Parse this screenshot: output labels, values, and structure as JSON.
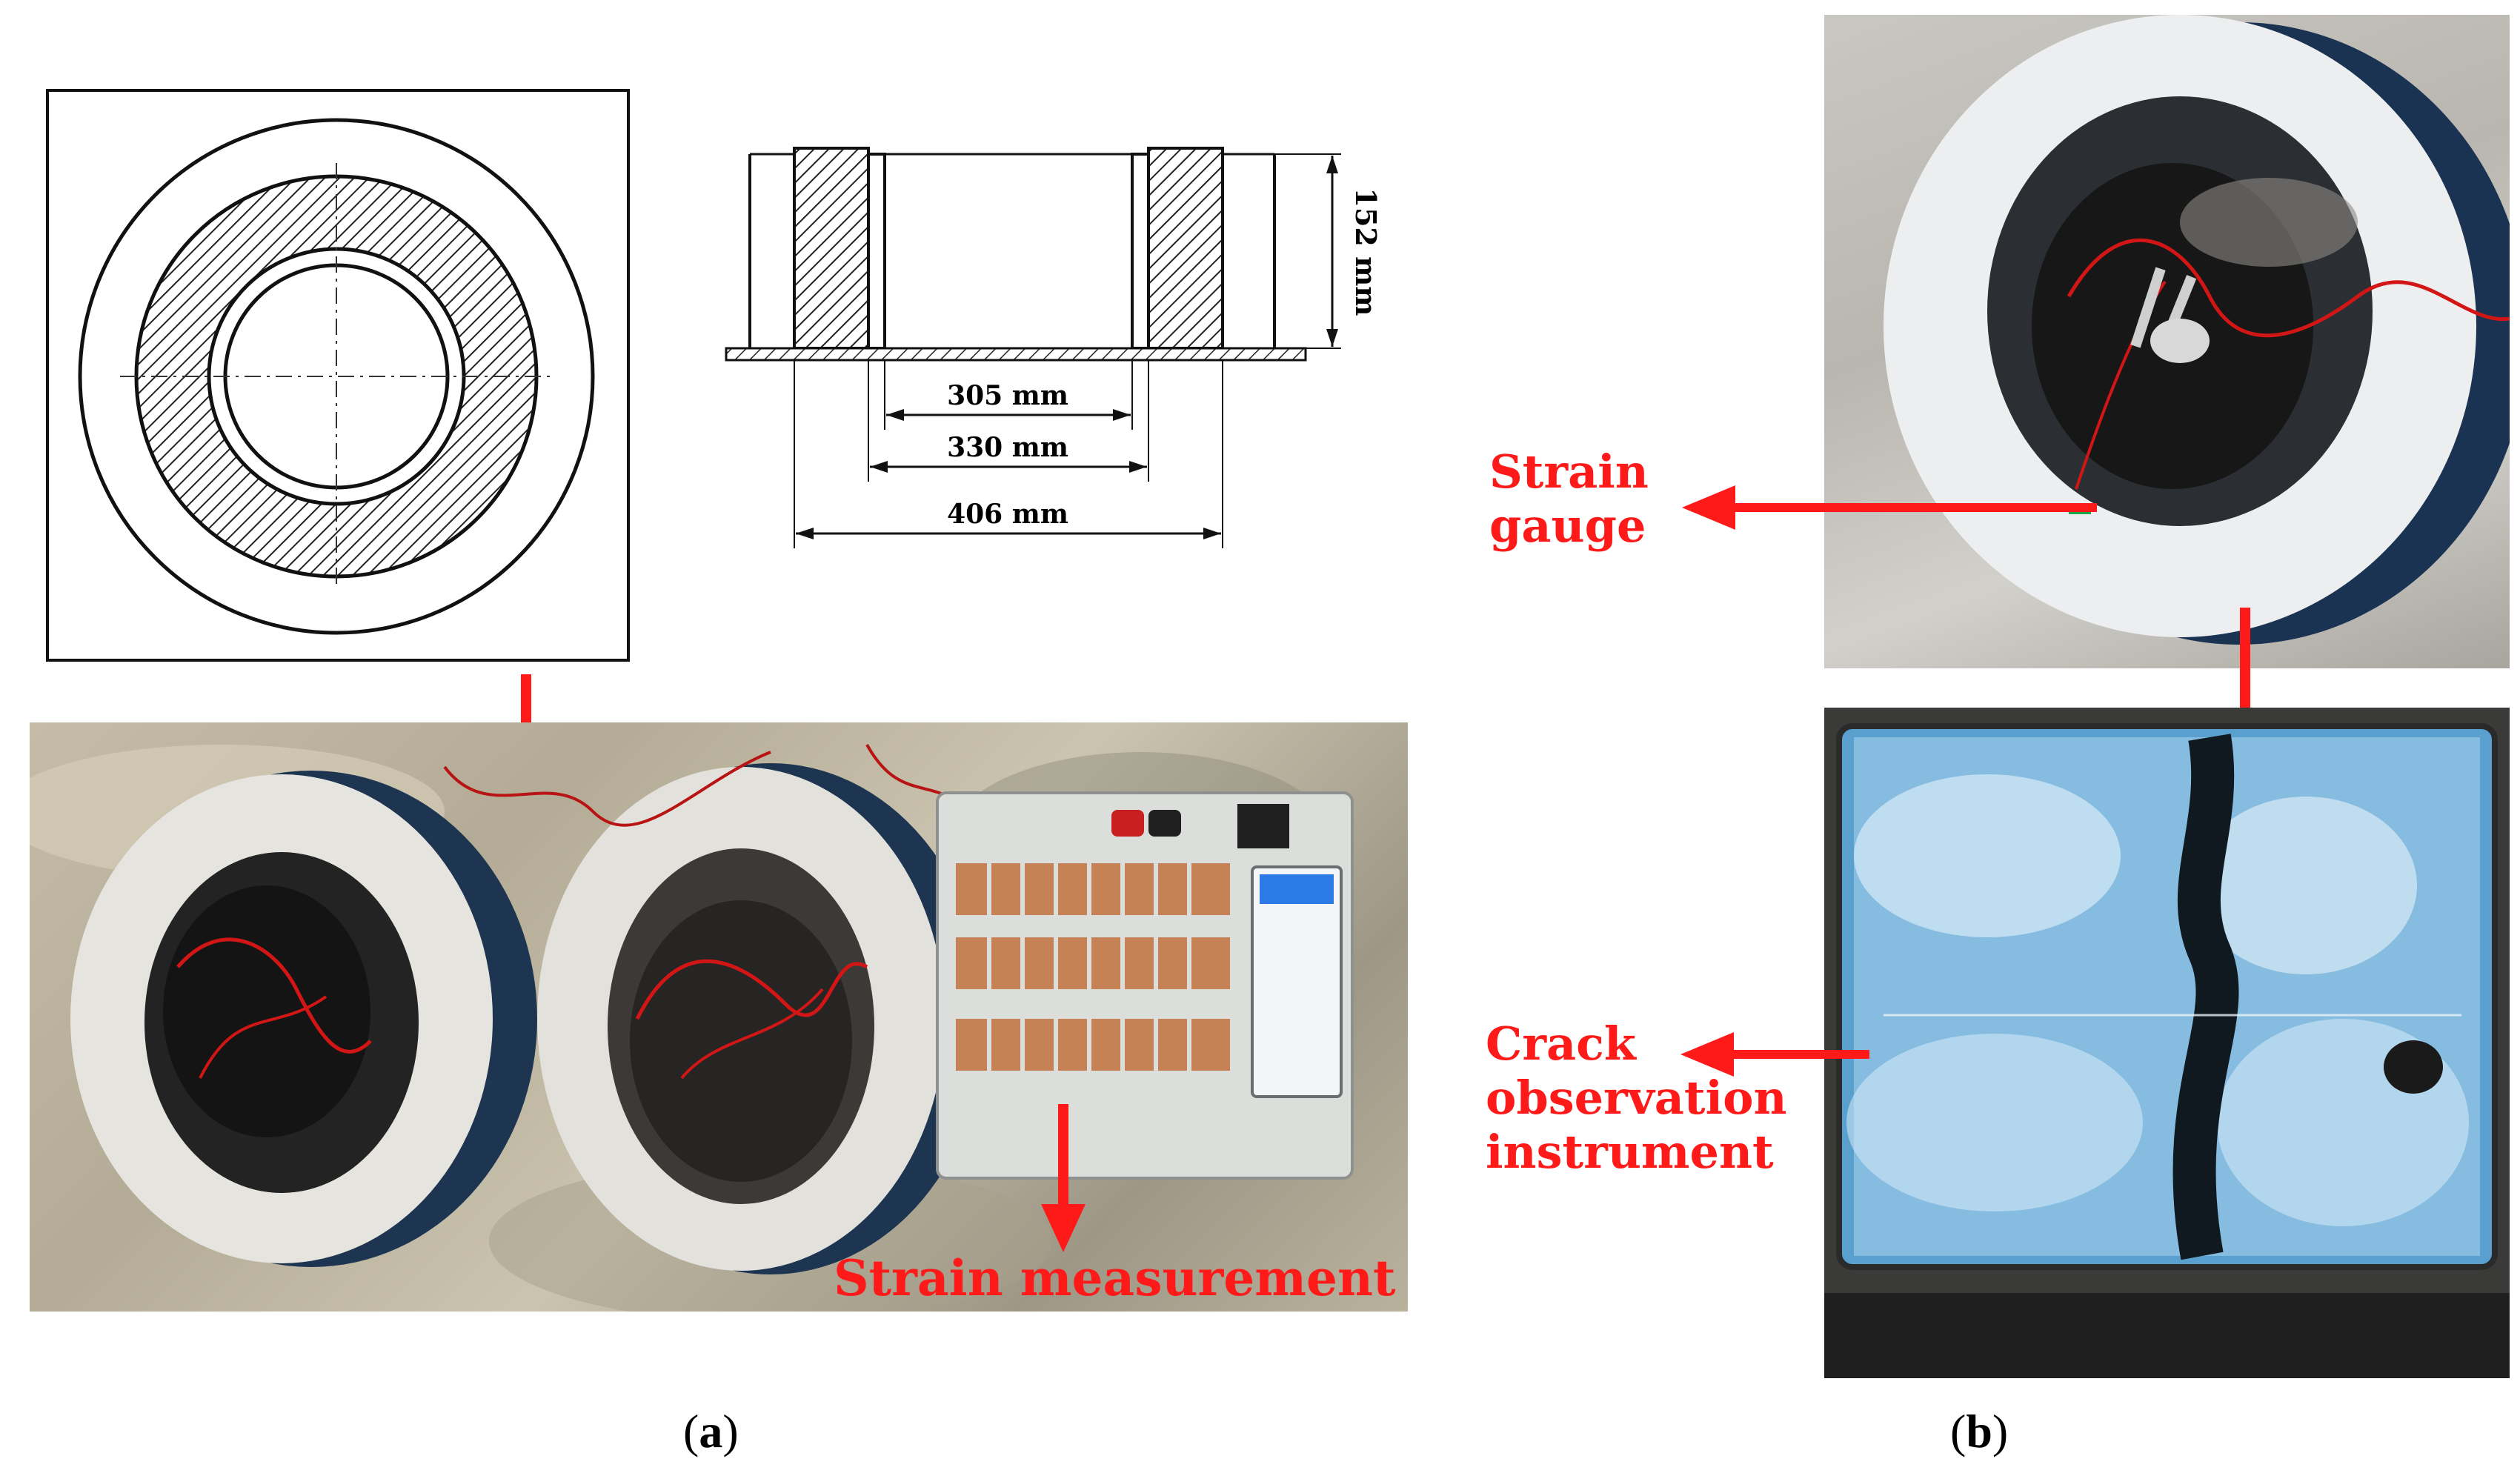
{
  "figure": {
    "panel_a": {
      "caption_open": "(",
      "caption_letter": "a",
      "caption_close": ")",
      "dimensions": {
        "height_label": "152 mm",
        "inner_label": "305 mm",
        "middle_label": "330 mm",
        "outer_label": "406 mm"
      },
      "annotation": "Strain measurement"
    },
    "panel_b": {
      "caption_open": "(",
      "caption_letter": "b",
      "caption_close": ")",
      "annotation_top": "Strain\ngauge",
      "annotation_top_line1": "Strain",
      "annotation_top_line2": "gauge",
      "annotation_bottom_line1": "Crack",
      "annotation_bottom_line2": "observation",
      "annotation_bottom_line3": "instrument"
    },
    "colors": {
      "annotation": "#ff1a1a",
      "arrow": "#ff1a1a"
    }
  }
}
